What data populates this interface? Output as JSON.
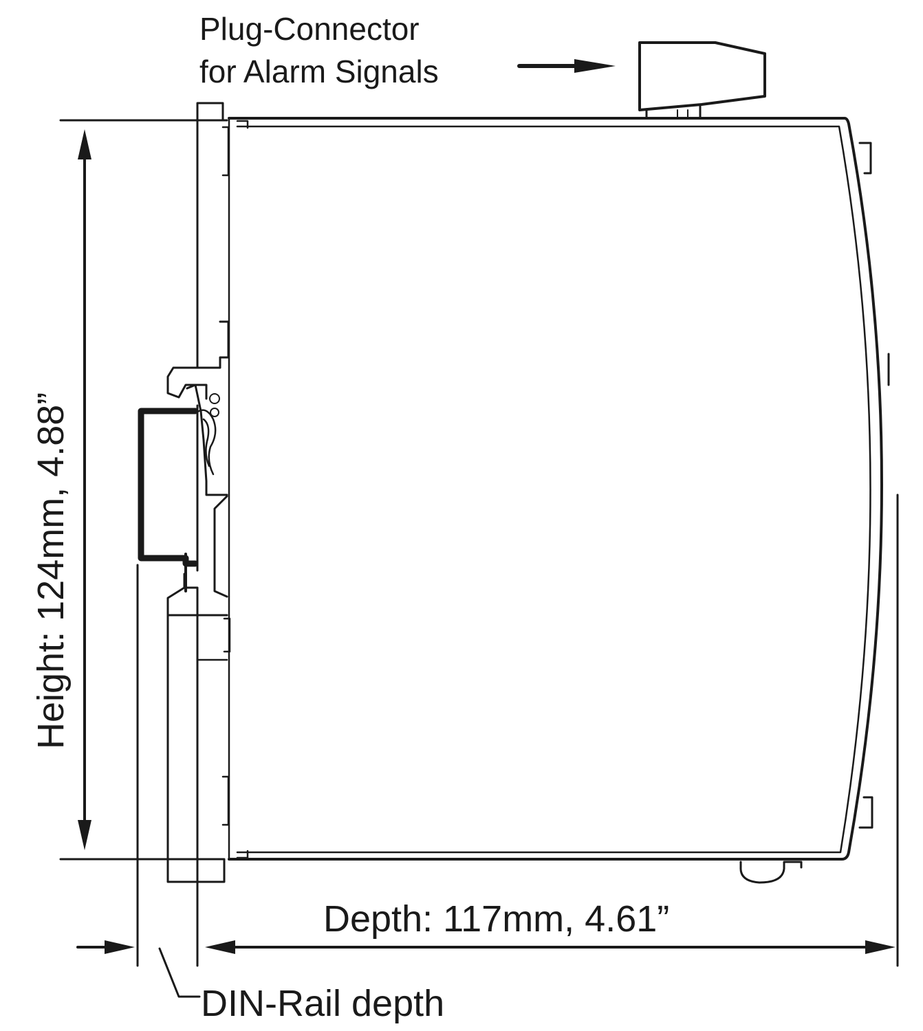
{
  "labels": {
    "connector_line1": "Plug-Connector",
    "connector_line2": "for Alarm Signals",
    "height": "Height: 124mm,  4.88”",
    "depth": "Depth: 117mm,  4.61”",
    "din_rail": "DIN-Rail depth"
  },
  "colors": {
    "line": "#1a1a1a",
    "background": "#ffffff"
  }
}
